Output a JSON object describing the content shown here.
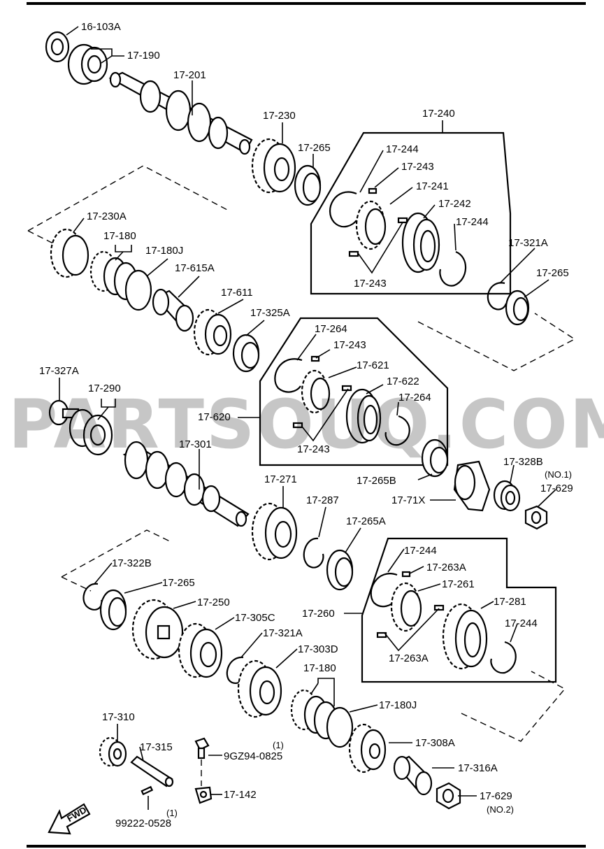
{
  "watermark": "PARTSOUQ.COM",
  "fwd_label": "FWD",
  "labels": [
    "16-103A",
    "17-190",
    "17-201",
    "17-230",
    "17-265",
    "17-240",
    "17-244",
    "17-243",
    "17-241",
    "17-242",
    "17-244",
    "17-243",
    "17-230A",
    "17-180",
    "17-180J",
    "17-615A",
    "17-611",
    "17-325A",
    "17-321A",
    "17-265",
    "17-264",
    "17-243",
    "17-621",
    "17-622",
    "17-264",
    "17-620",
    "17-243",
    "17-327A",
    "17-290",
    "17-301",
    "17-265B",
    "17-328B",
    "(NO.1)",
    "17-629",
    "17-71X",
    "17-271",
    "17-287",
    "17-265A",
    "17-244",
    "17-263A",
    "17-261",
    "17-260",
    "17-281",
    "17-244",
    "17-263A",
    "17-322B",
    "17-265",
    "17-250",
    "17-305C",
    "17-321A",
    "17-303D",
    "17-180",
    "17-180J",
    "17-310",
    "17-315",
    "(1)",
    "9GZ94-0825",
    "17-142",
    "17-308A",
    "17-316A",
    "(1)",
    "99222-0528",
    "17-629",
    "(NO.2)"
  ]
}
